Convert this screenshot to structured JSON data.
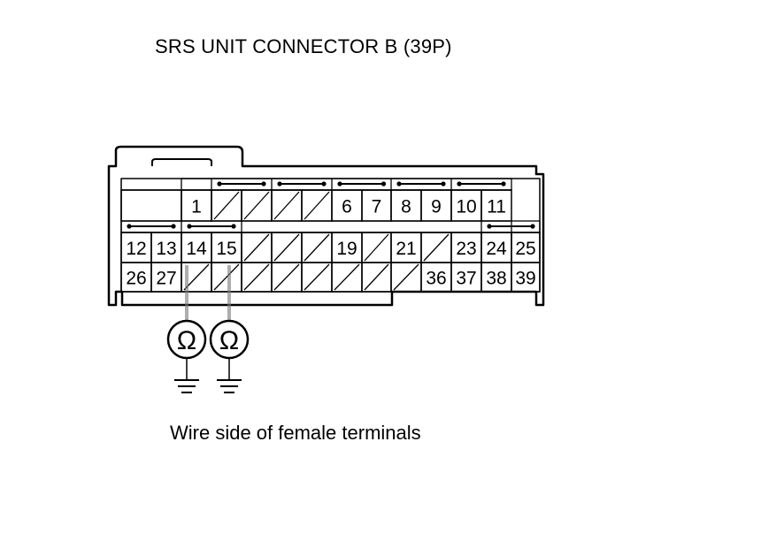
{
  "title": "SRS UNIT CONNECTOR B (39P)",
  "caption": "Wire side of female terminals",
  "meter_symbol": "Ω",
  "colors": {
    "line": "#000000",
    "background": "#ffffff"
  },
  "connector": {
    "pin_count": 39,
    "rows": [
      [
        {
          "label": ""
        },
        {
          "label": "1"
        },
        {
          "label": ""
        },
        {
          "label": ""
        },
        {
          "label": ""
        },
        {
          "label": ""
        },
        {
          "label": "6"
        },
        {
          "label": "7"
        },
        {
          "label": "8"
        },
        {
          "label": "9"
        },
        {
          "label": "10"
        },
        {
          "label": "11"
        }
      ],
      [
        {
          "label": "12"
        },
        {
          "label": "13"
        },
        {
          "label": "14"
        },
        {
          "label": "15"
        },
        {
          "label": ""
        },
        {
          "label": ""
        },
        {
          "label": ""
        },
        {
          "label": "19"
        },
        {
          "label": ""
        },
        {
          "label": "21"
        },
        {
          "label": ""
        },
        {
          "label": "23"
        },
        {
          "label": "24"
        },
        {
          "label": "25"
        }
      ],
      [
        {
          "label": "26"
        },
        {
          "label": "27"
        },
        {
          "label": ""
        },
        {
          "label": ""
        },
        {
          "label": ""
        },
        {
          "label": ""
        },
        {
          "label": ""
        },
        {
          "label": ""
        },
        {
          "label": ""
        },
        {
          "label": ""
        },
        {
          "label": "36"
        },
        {
          "label": "37"
        },
        {
          "label": "38"
        },
        {
          "label": "39"
        }
      ]
    ],
    "shorting_bars": [
      {
        "row": 0,
        "from": 2,
        "to": 3
      },
      {
        "row": 0,
        "from": 4,
        "to": 5
      },
      {
        "row": 0,
        "from": 6,
        "to": 7
      },
      {
        "row": 0,
        "from": 8,
        "to": 9
      },
      {
        "row": 0,
        "from": 10,
        "to": 11
      },
      {
        "row": 1,
        "from": 0,
        "to": 1
      },
      {
        "row": 1,
        "from": 2,
        "to": 3
      },
      {
        "row": 1,
        "from": 12,
        "to": 13
      }
    ],
    "probes": [
      {
        "terminal": "14",
        "measurement": "resistance",
        "to": "ground"
      },
      {
        "terminal": "15",
        "measurement": "resistance",
        "to": "ground"
      }
    ]
  }
}
